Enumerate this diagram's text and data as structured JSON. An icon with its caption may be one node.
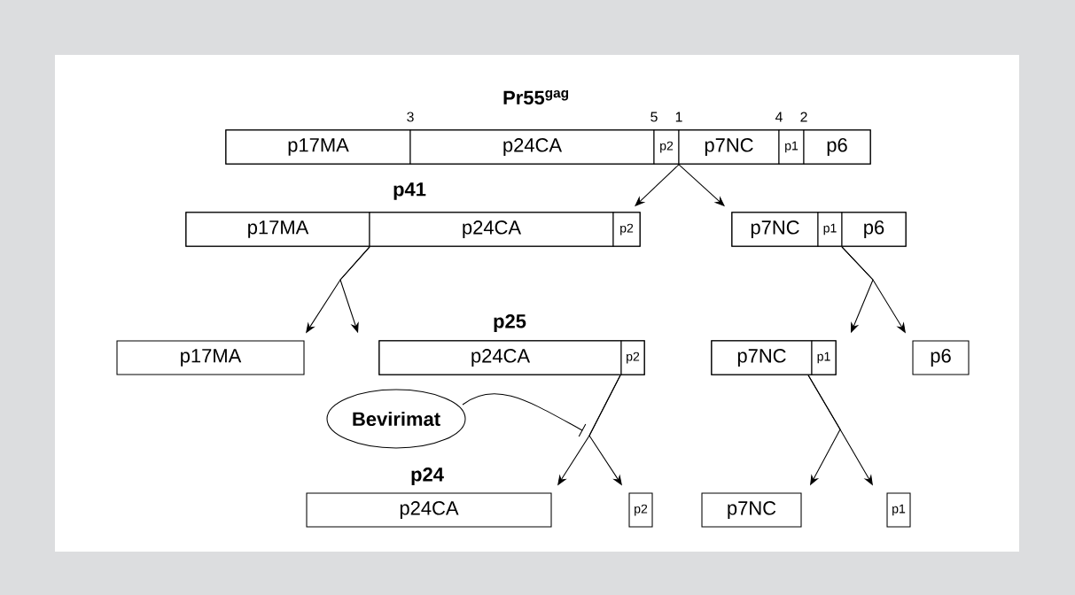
{
  "diagram": {
    "nodes": [
      {
        "text": [
          "Pr55$^{gag}$"
        ]
      },
      {
        "text": [
          "p17MA"
        ],
        "in": 0
      },
      {
        "text": [
          "p24CA"
        ],
        "in": 0
      },
      {
        "text": [
          "p2"
        ],
        "in": 0
      },
      {
        "text": [
          "p7NC"
        ],
        "in": 0
      },
      {
        "text": [
          "p1"
        ],
        "in": 0
      },
      {
        "text": [
          "p6"
        ],
        "in": 0
      },
      {
        "text": [
          "p41"
        ]
      },
      {
        "text": [
          "p17MA"
        ],
        "in": 7
      },
      {
        "text": [
          "p24CA"
        ],
        "in": 7
      },
      {
        "text": [
          "p2"
        ],
        "in": 7
      },
      {
        "text": [],
        "shape": "bar"
      },
      {
        "text": [
          "p7NC"
        ],
        "in": 11
      },
      {
        "text": [
          "p1"
        ],
        "in": 11
      },
      {
        "text": [
          "p6"
        ],
        "in": 11
      },
      {
        "text": [
          "p17MA"
        ]
      },
      {
        "text": [
          "p25"
        ]
      },
      {
        "text": [
          "p24CA"
        ],
        "in": 16
      },
      {
        "text": [
          "p2"
        ],
        "in": 16
      },
      {
        "text": [],
        "shape": "bar"
      },
      {
        "text": [
          "p7NC"
        ],
        "in": 19
      },
      {
        "text": [
          "p1"
        ],
        "in": 19
      },
      {
        "text": [
          "p6"
        ]
      },
      {
        "text": [
          "Bevirimat"
        ]
      },
      {
        "text": [
          "p24",
          "p24CA"
        ]
      },
      {
        "text": [
          "p2"
        ]
      },
      {
        "text": [
          "p7NC"
        ]
      },
      {
        "text": [
          "p1"
        ]
      }
    ],
    "edges": [
      {
        "from": 0,
        "to": 7,
        "arrow": "to"
      },
      {
        "from": 0,
        "to": 11,
        "arrow": "to"
      },
      {
        "from": 7,
        "to": 15,
        "arrow": "to"
      },
      {
        "from": 7,
        "to": 16,
        "arrow": "to"
      },
      {
        "from": 11,
        "to": 19,
        "arrow": "to"
      },
      {
        "from": 11,
        "to": 22,
        "arrow": "to"
      },
      {
        "from": 16,
        "to": 24,
        "arrow": "to"
      },
      {
        "from": 16,
        "to": 25,
        "arrow": "to"
      },
      {
        "from": 19,
        "to": 26,
        "arrow": "to"
      },
      {
        "from": 19,
        "to": 27,
        "arrow": "to"
      },
      {
        "from": 23,
        "to": null,
        "arrow": "other"
      }
    ],
    "labels": [
      "3",
      "5",
      "1",
      "4",
      "2"
    ]
  }
}
